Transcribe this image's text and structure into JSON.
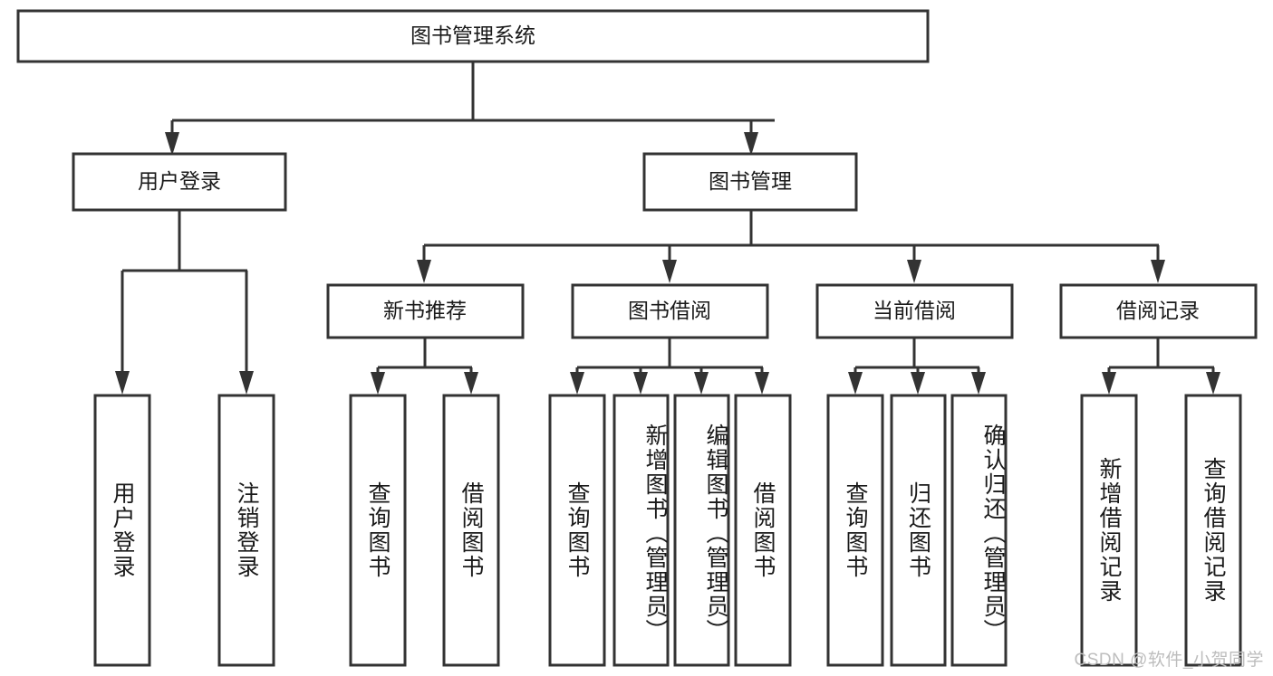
{
  "diagram": {
    "title_node": {
      "label": "图书管理系统"
    },
    "level2": [
      {
        "id": "user-login",
        "label": "用户登录"
      },
      {
        "id": "book-management",
        "label": "图书管理"
      }
    ],
    "level3": [
      {
        "id": "new-book-recommend",
        "label": "新书推荐"
      },
      {
        "id": "book-borrow",
        "label": "图书借阅"
      },
      {
        "id": "current-borrow",
        "label": "当前借阅"
      },
      {
        "id": "borrow-record",
        "label": "借阅记录"
      }
    ],
    "leaves": {
      "user_login": [
        {
          "id": "leaf-user-login",
          "label": "用户登录"
        },
        {
          "id": "leaf-logout-login",
          "label": "注销登录"
        }
      ],
      "new_book_recommend": [
        {
          "id": "leaf-query-book-1",
          "label": "查询图书"
        },
        {
          "id": "leaf-borrow-book-1",
          "label": "借阅图书"
        }
      ],
      "book_borrow": [
        {
          "id": "leaf-query-book-2",
          "label": "查询图书"
        },
        {
          "id": "leaf-add-book",
          "label": "新增图书（管理员）"
        },
        {
          "id": "leaf-edit-book",
          "label": "编辑图书（管理员）"
        },
        {
          "id": "leaf-borrow-book-2",
          "label": "借阅图书"
        }
      ],
      "current_borrow": [
        {
          "id": "leaf-query-book-3",
          "label": "查询图书"
        },
        {
          "id": "leaf-return-book",
          "label": "归还图书"
        },
        {
          "id": "leaf-confirm-return",
          "label": "确认归还（管理员）"
        }
      ],
      "borrow_record": [
        {
          "id": "leaf-add-record",
          "label": "新增借阅记录"
        },
        {
          "id": "leaf-query-record",
          "label": "查询借阅记录"
        }
      ]
    },
    "watermark": "CSDN @软件_小贺同学",
    "colors": {
      "stroke": "#333333",
      "box_fill": "#ffffff",
      "text": "#1a1a1a",
      "watermark": "#bdbdbd",
      "background": "#ffffff"
    }
  }
}
